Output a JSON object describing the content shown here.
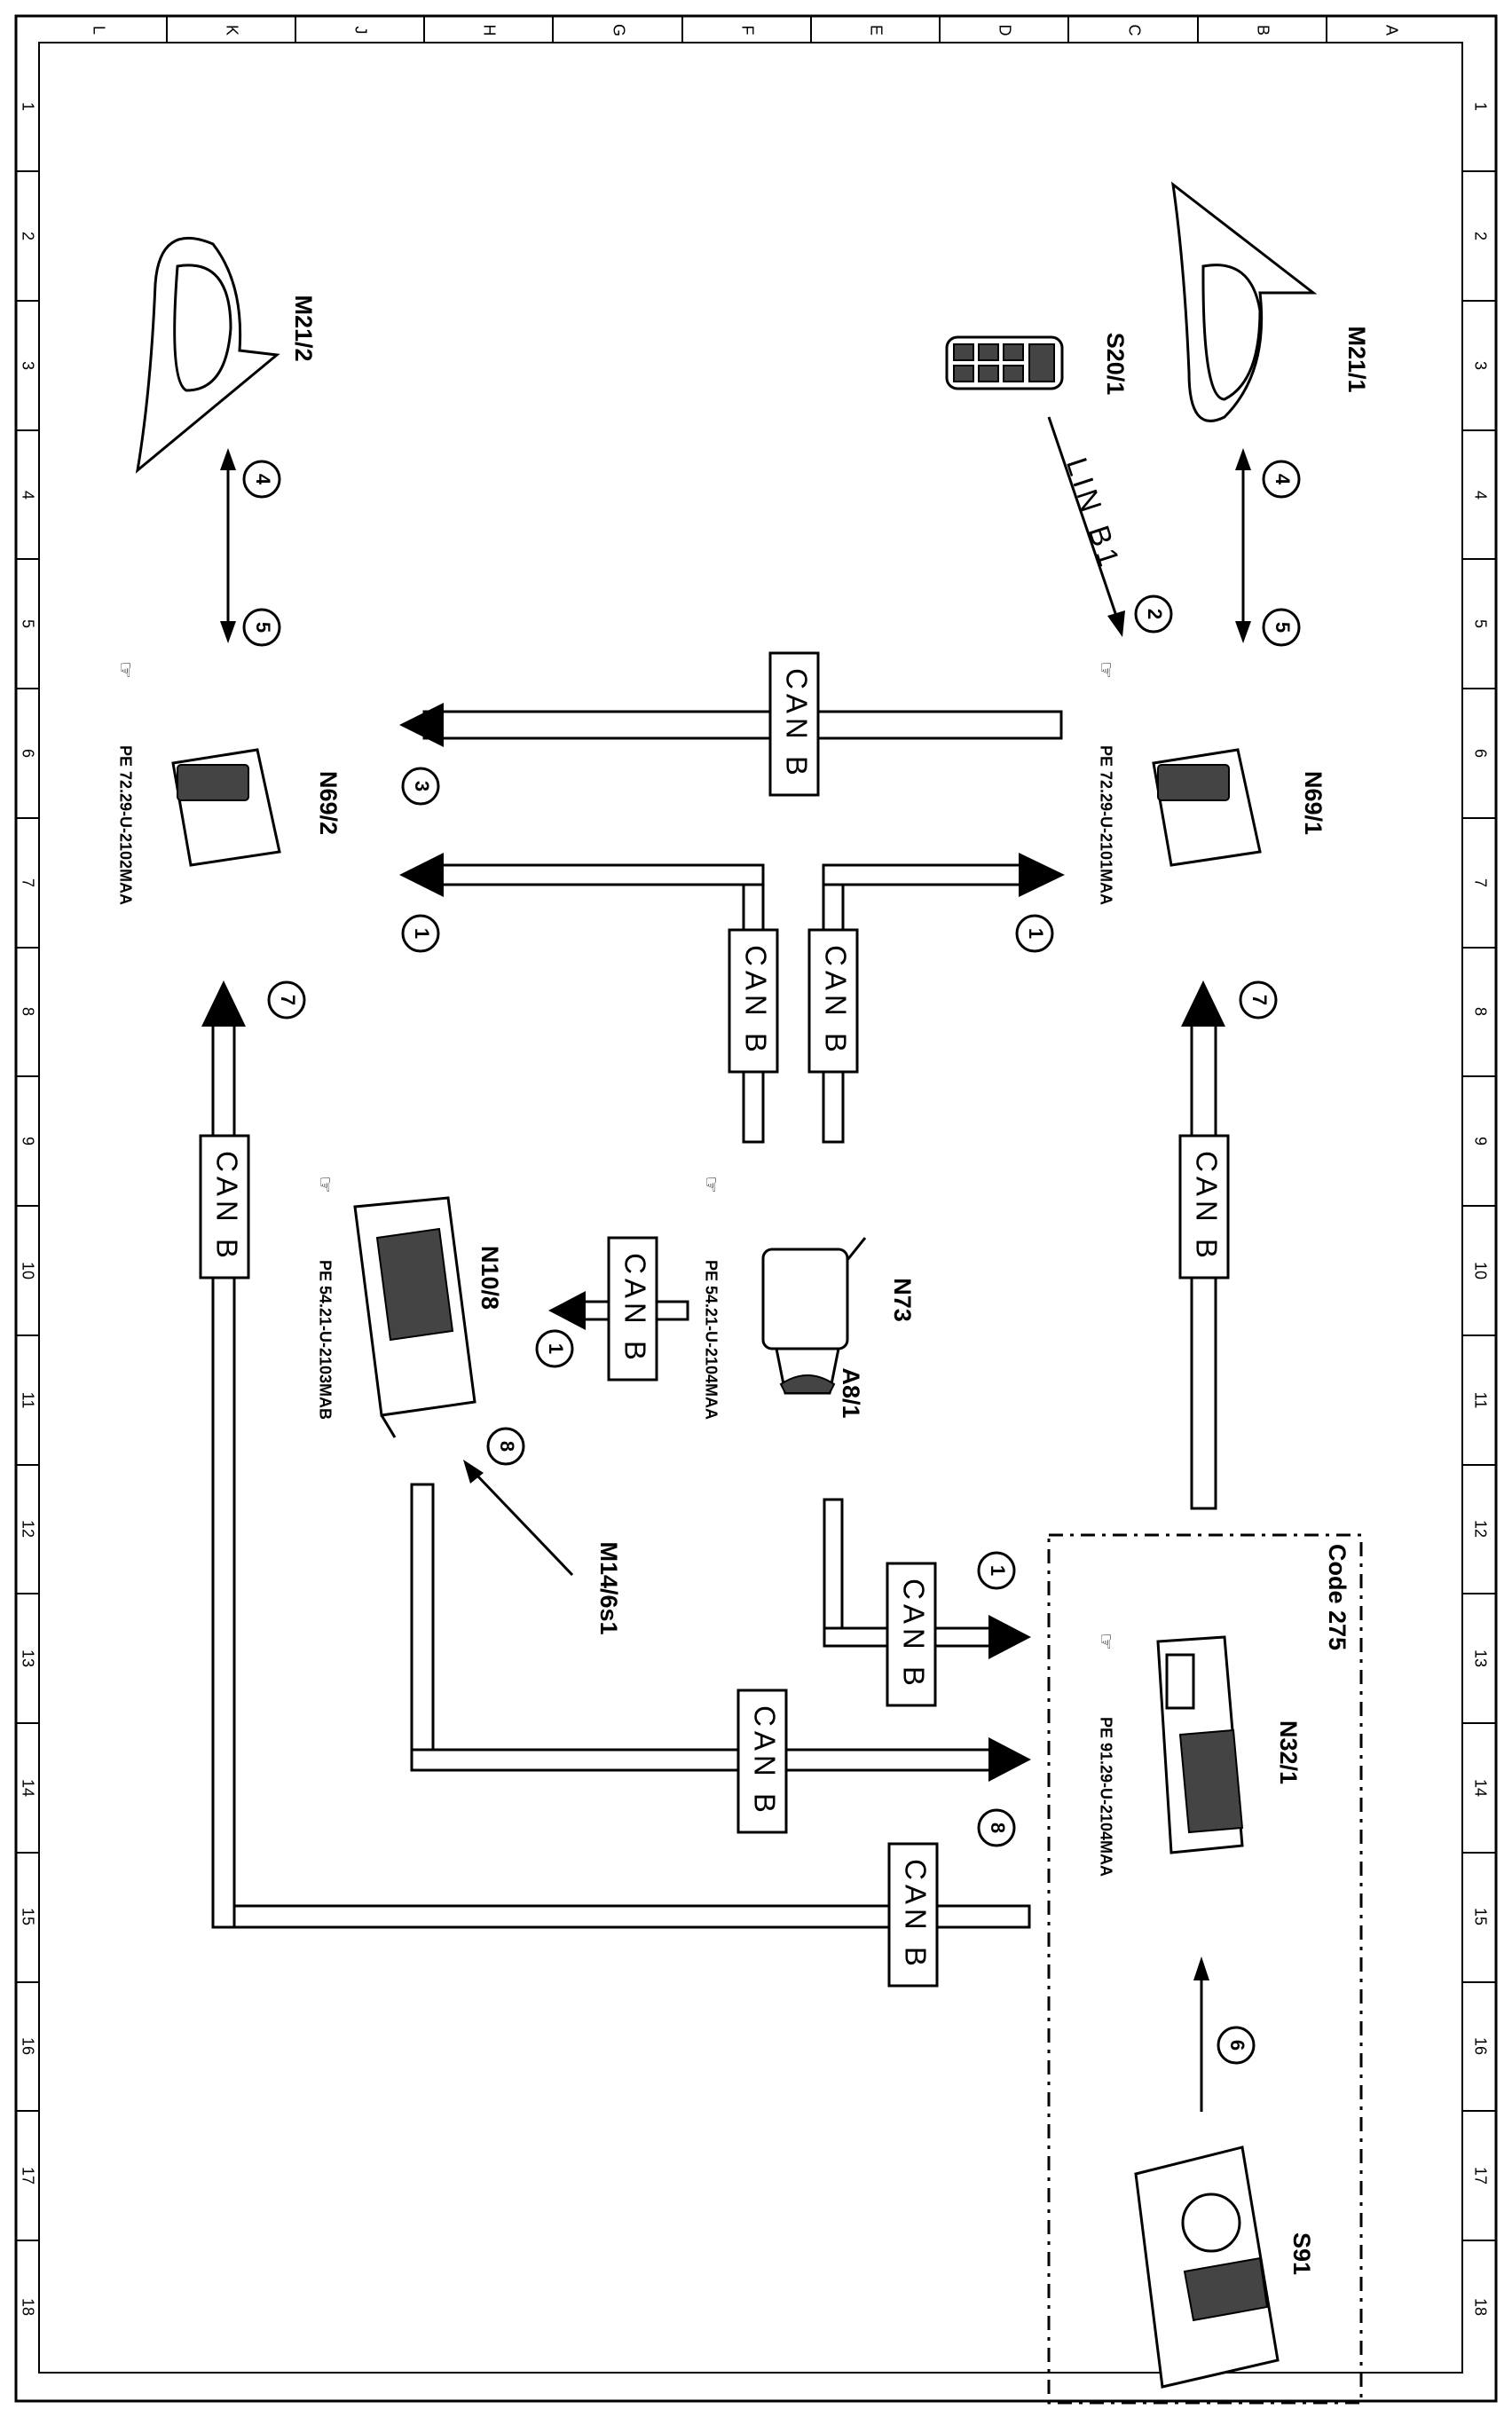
{
  "frame": {
    "columns": [
      "L",
      "K",
      "J",
      "H",
      "G",
      "F",
      "E",
      "D",
      "C",
      "B",
      "A"
    ],
    "rows": [
      "1",
      "2",
      "3",
      "4",
      "5",
      "6",
      "7",
      "8",
      "9",
      "10",
      "11",
      "12",
      "13",
      "14",
      "15",
      "16",
      "17",
      "18"
    ]
  },
  "components": {
    "m21_1": "M21/1",
    "s20_1": "S20/1",
    "m21_2": "M21/2",
    "n69_1": "N69/1",
    "n69_2": "N69/2",
    "n73": "N73",
    "a8_1": "A8/1",
    "n10_8": "N10/8",
    "m14_6s1": "M14/6s1",
    "n32_1": "N32/1",
    "s91": "S91"
  },
  "refs": {
    "n69_1": "PE 72.29-U-2101MAA",
    "n69_2": "PE 72.29-U-2102MAA",
    "n73": "PE 54.21-U-2104MAA",
    "n10_8": "PE 54.21-U-2103MAB",
    "n32_1": "PE 91.29-U-2104MAA"
  },
  "bus": {
    "can": "CAN B",
    "lin": "LIN B1"
  },
  "code_box": "Code 275",
  "numbers": {
    "n1": "1",
    "n2": "2",
    "n3": "3",
    "n4": "4",
    "n5": "5",
    "n6": "6",
    "n7": "7",
    "n8": "8"
  }
}
